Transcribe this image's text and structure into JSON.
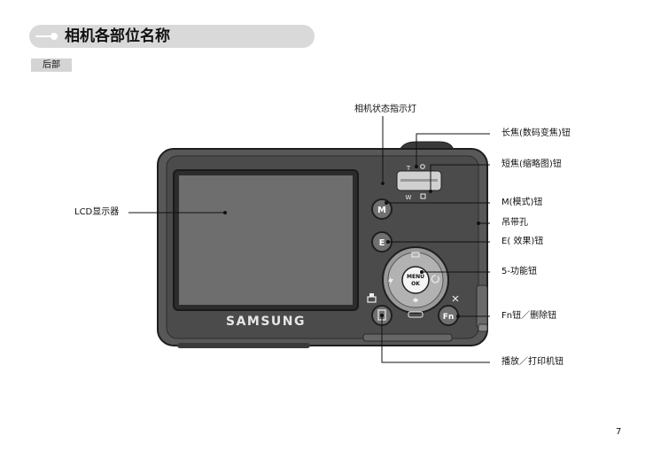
{
  "header": {
    "title": "相机各部位名称"
  },
  "section": {
    "label": "后部"
  },
  "camera": {
    "brand": "SAMSUNG",
    "zoom_tele": "T",
    "zoom_wide": "W",
    "mode_button": "M",
    "effect_button": "E",
    "fn_button": "Fn",
    "menu_ok": [
      "MENU",
      "OK"
    ]
  },
  "callouts": {
    "status_lamp": "相机状态指示灯",
    "zoom_tele": "长焦(数码变焦)钮",
    "zoom_wide": "短焦(缩略图)钮",
    "mode": "M(模式)钮",
    "strap": "吊带孔",
    "effect": "E( 效果)钮",
    "five_function": "5-功能钮",
    "fn_delete": "Fn钮／删除钮",
    "playback_print": "播放／打印机钮",
    "lcd": "LCD显示器"
  },
  "footer": {
    "page_number": "7"
  }
}
